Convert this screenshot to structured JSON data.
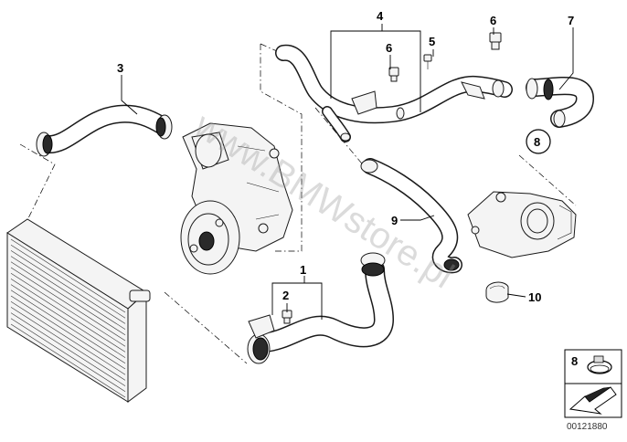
{
  "callouts": {
    "c1": "1",
    "c2": "2",
    "c3": "3",
    "c4": "4",
    "c5": "5",
    "c6a": "6",
    "c6b": "6",
    "c7": "7",
    "c8": "8",
    "c9": "9",
    "c10": "10"
  },
  "legend": {
    "number": "8"
  },
  "part_number": "00121880",
  "watermark": "www.BMWstore.pl"
}
